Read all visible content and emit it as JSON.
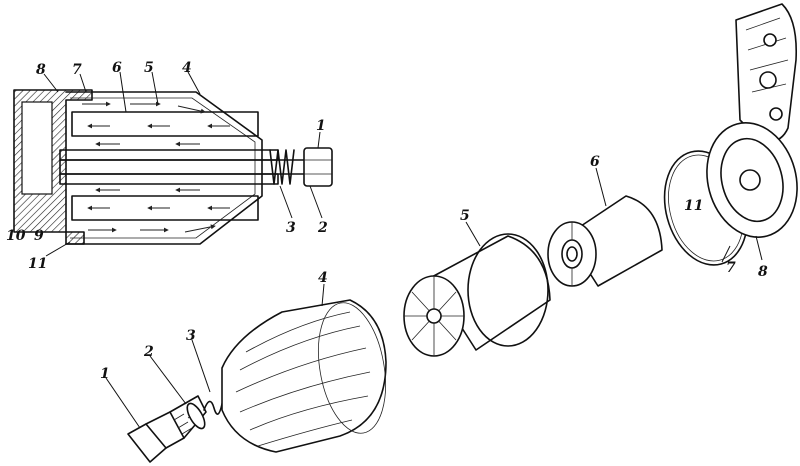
{
  "diagram": {
    "section_view": {
      "labels": {
        "l1": "1",
        "l2": "2",
        "l3": "3",
        "l4": "4",
        "l5": "5",
        "l6": "6",
        "l7": "7",
        "l8": "8",
        "l9": "9",
        "l10": "10",
        "l11": "11"
      }
    },
    "exploded_view": {
      "labels": {
        "bolt": "1",
        "washer": "2",
        "spring": "3",
        "housing": "4",
        "coarse_element": "5",
        "fine_element": "6",
        "gasket": "7",
        "head": "8",
        "drain_plug": "11"
      }
    }
  }
}
